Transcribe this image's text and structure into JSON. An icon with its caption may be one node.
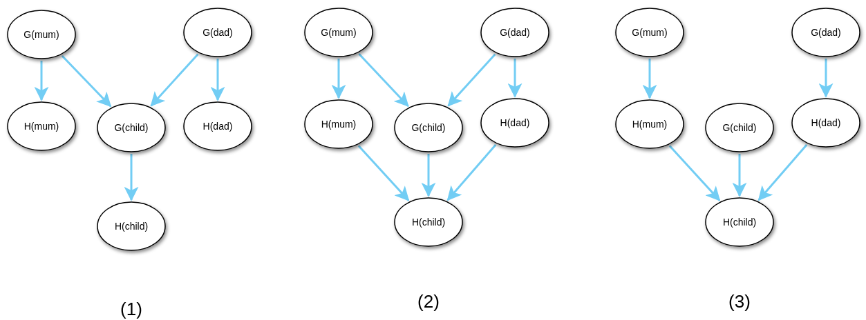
{
  "diagram": {
    "nodes": [
      {
        "text": [
          "G(mum)"
        ]
      },
      {
        "text": [
          "G(dad)"
        ]
      },
      {
        "text": [
          "H(mum)"
        ]
      },
      {
        "text": [
          "G(child)"
        ]
      },
      {
        "text": [
          "H(dad)"
        ]
      },
      {
        "text": [
          "H(child)"
        ]
      },
      {
        "text": [
          "G(mum)"
        ]
      },
      {
        "text": [
          "G(dad)"
        ]
      },
      {
        "text": [
          "H(mum)"
        ]
      },
      {
        "text": [
          "G(child)"
        ]
      },
      {
        "text": [
          "H(dad)"
        ]
      },
      {
        "text": [
          "H(child)"
        ]
      },
      {
        "text": [
          "G(mum)"
        ]
      },
      {
        "text": [
          "G(dad)"
        ]
      },
      {
        "text": [
          "H(mum)"
        ]
      },
      {
        "text": [
          "G(child)"
        ]
      },
      {
        "text": [
          "H(dad)"
        ]
      },
      {
        "text": [
          "H(child)"
        ]
      }
    ],
    "edges": [
      {
        "from": 0,
        "to": 2,
        "arrow": "to"
      },
      {
        "from": 0,
        "to": 3,
        "arrow": "to"
      },
      {
        "from": 1,
        "to": 3,
        "arrow": "to"
      },
      {
        "from": 1,
        "to": 4,
        "arrow": "to"
      },
      {
        "from": 3,
        "to": 5,
        "arrow": "to"
      },
      {
        "from": 6,
        "to": 8,
        "arrow": "to"
      },
      {
        "from": 6,
        "to": 9,
        "arrow": "to"
      },
      {
        "from": 7,
        "to": 9,
        "arrow": "to"
      },
      {
        "from": 7,
        "to": 10,
        "arrow": "to"
      },
      {
        "from": 8,
        "to": 11,
        "arrow": "to"
      },
      {
        "from": 9,
        "to": 11,
        "arrow": "to"
      },
      {
        "from": 10,
        "to": 11,
        "arrow": "to"
      },
      {
        "from": 12,
        "to": 14,
        "arrow": "to"
      },
      {
        "from": 13,
        "to": 16,
        "arrow": "to"
      },
      {
        "from": 14,
        "to": 17,
        "arrow": "to"
      },
      {
        "from": 15,
        "to": 17,
        "arrow": "to"
      },
      {
        "from": 16,
        "to": 17,
        "arrow": "to"
      }
    ],
    "labels": [
      "(1)",
      "(2)",
      "(3)"
    ]
  }
}
